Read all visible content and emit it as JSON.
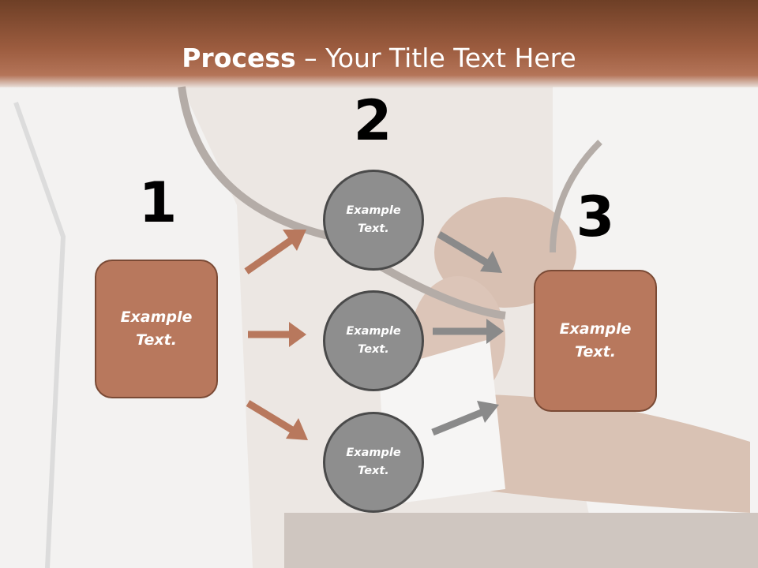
{
  "title": {
    "bold": "Process",
    "rest": " – Your Title Text Here"
  },
  "steps": {
    "one": "1",
    "two": "2",
    "three": "3"
  },
  "left_box": {
    "line1": "Example",
    "line2": "Text."
  },
  "right_box": {
    "line1": "Example",
    "line2": "Text."
  },
  "circles": [
    {
      "line1": "Example",
      "line2": "Text."
    },
    {
      "line1": "Example",
      "line2": "Text."
    },
    {
      "line1": "Example",
      "line2": "Text."
    }
  ],
  "colors": {
    "header": "#9c5c3f",
    "box_fill": "#b8785d",
    "box_border": "#7a4a35",
    "circle_fill": "#8e8e8e",
    "circle_border": "#4a4a4a",
    "arrow_brown": "#b8785d",
    "arrow_gray": "#8a8a8a"
  }
}
